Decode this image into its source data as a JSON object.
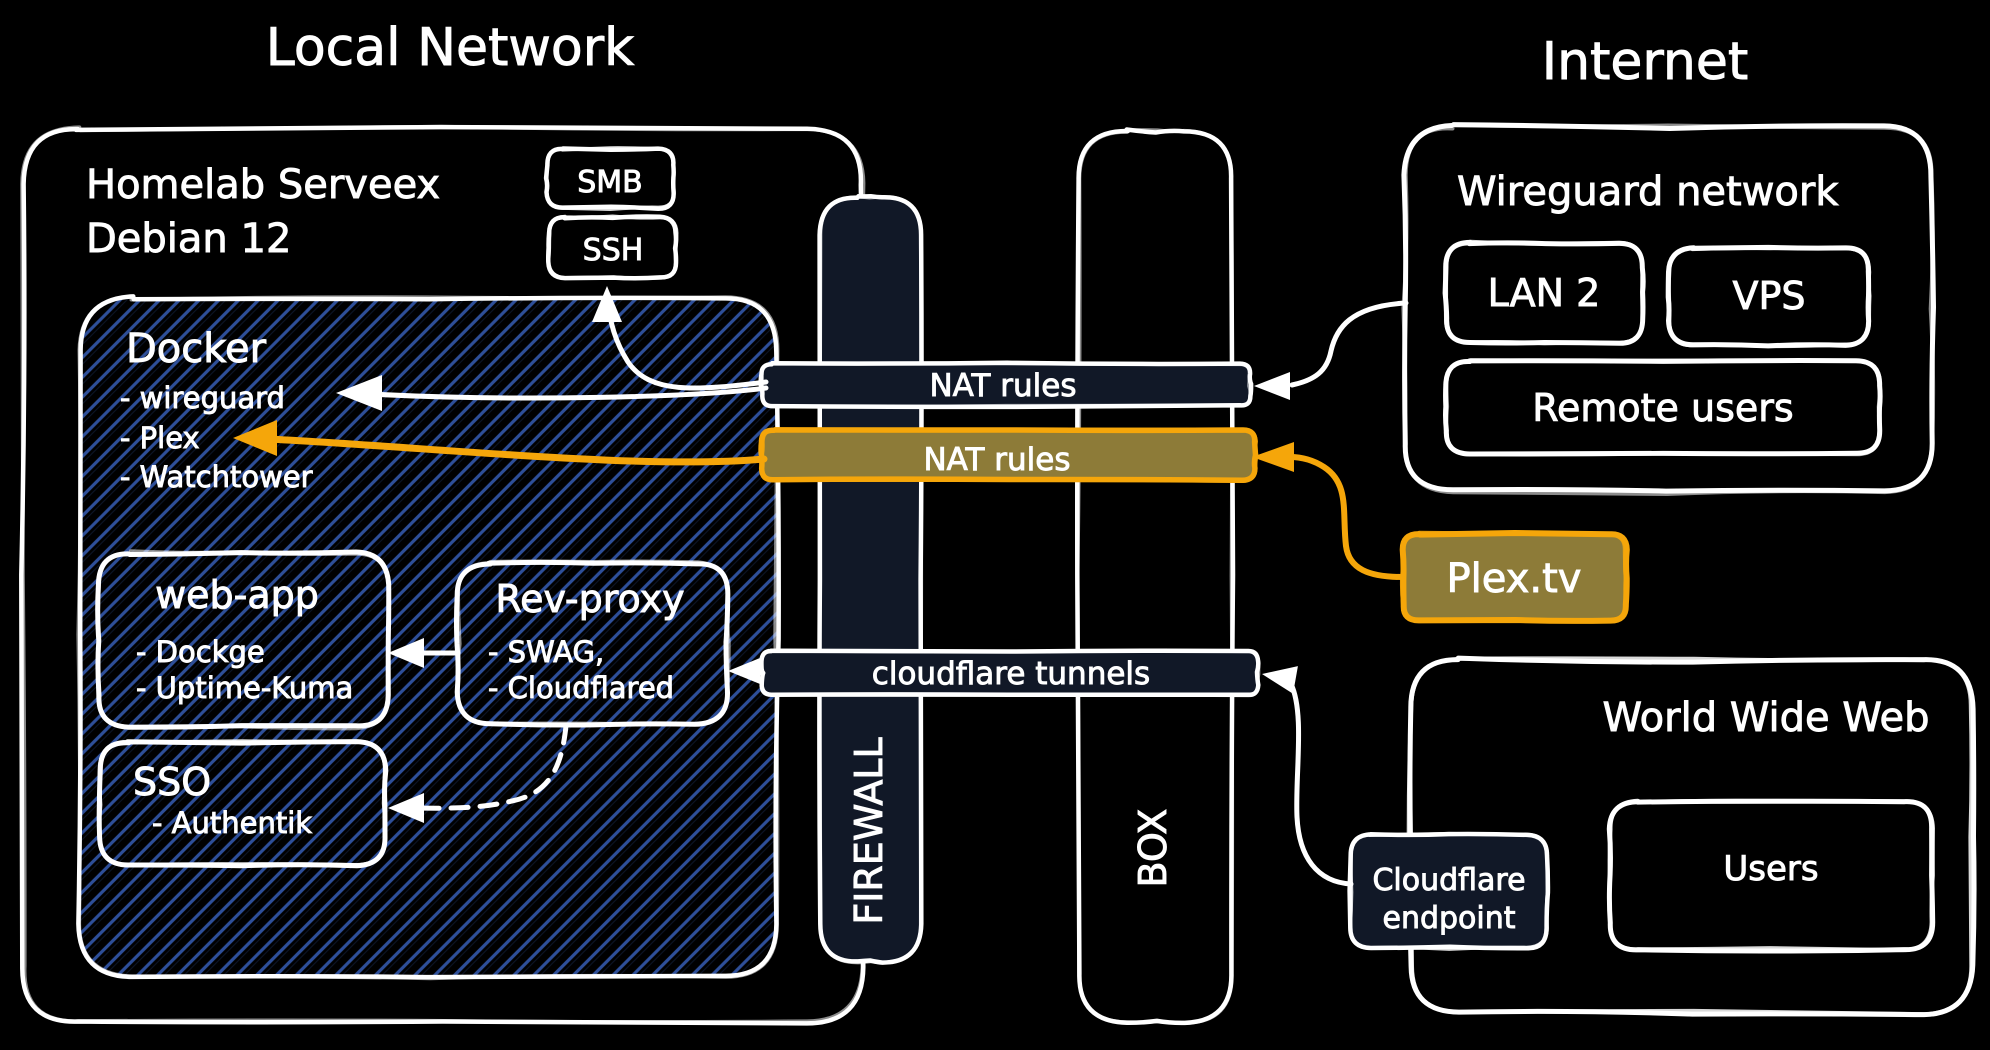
{
  "titles": {
    "local_network": "Local Network",
    "internet": "Internet"
  },
  "colors": {
    "background": "#000000",
    "stroke_white": "#ffffff",
    "bar_fill_dark": "#111827",
    "hatch_blue": "#2e4f99",
    "gold_stroke": "#f5a60a",
    "gold_fill": "#8d7b38",
    "text": "#ffffff"
  },
  "homelab": {
    "title_line1": "Homelab Serveex",
    "title_line2": "Debian 12"
  },
  "services": {
    "smb": "SMB",
    "ssh": "SSH"
  },
  "docker": {
    "title": "Docker",
    "items": [
      "- wireguard",
      "- Plex",
      "- Watchtower"
    ]
  },
  "web_app": {
    "title": "web-app",
    "items": [
      "- Dockge",
      "- Uptime-Kuma"
    ]
  },
  "rev_proxy": {
    "title": "Rev-proxy",
    "items": [
      "- SWAG,",
      "- Cloudflared"
    ]
  },
  "sso": {
    "title": "SSO",
    "items": [
      "- Authentik"
    ]
  },
  "bars": {
    "firewall": "FIREWALL",
    "box": "BOX",
    "nat_rules_top": "NAT rules",
    "nat_rules_gold": "NAT rules",
    "cloudflare_tunnels": "cloudflare tunnels"
  },
  "wireguard_network": {
    "title": "Wireguard network",
    "lan2": "LAN 2",
    "vps": "VPS",
    "remote_users": "Remote users"
  },
  "plex_tv": {
    "label": "Plex.tv"
  },
  "world_wide_web": {
    "title": "World Wide Web",
    "users": "Users"
  },
  "cloudflare_endpoint": {
    "line1": "Cloudflare",
    "line2": "endpoint"
  }
}
